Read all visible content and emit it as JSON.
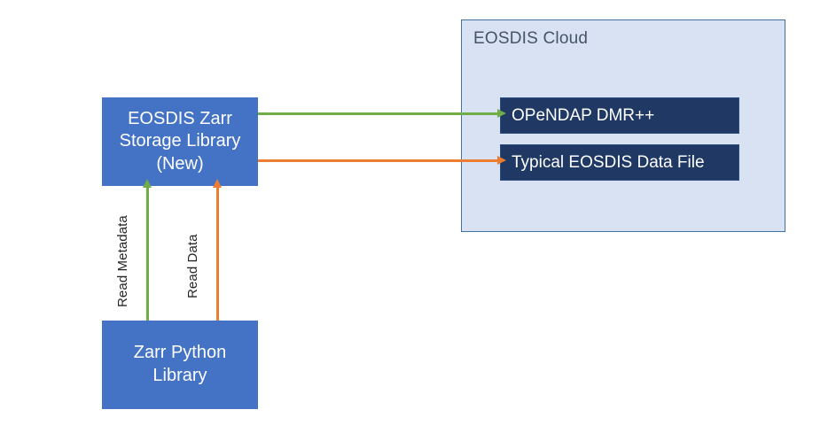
{
  "diagram": {
    "title_visible": false,
    "cloud": {
      "label": "EOSDIS Cloud",
      "background_color": "#D9E2F3",
      "border_color": "#41719C",
      "services": [
        {
          "label": "OPeNDAP DMR++",
          "color": "#1F3864"
        },
        {
          "label": "Typical EOSDIS Data File",
          "color": "#1F3864"
        }
      ]
    },
    "nodes": {
      "storage_library": {
        "lines": [
          "EOSDIS Zarr",
          "Storage Library",
          "(New)"
        ],
        "color": "#4472C4"
      },
      "zarr_python": {
        "lines": [
          "Zarr Python",
          "Library"
        ],
        "color": "#4472C4"
      }
    },
    "connections": [
      {
        "label": "Read Metadata",
        "color": "#70AD47",
        "from": "Zarr Python Library",
        "to": "EOSDIS Zarr Storage Library",
        "direction": "up"
      },
      {
        "label": "Read Data",
        "color": "#ED7D31",
        "from": "Zarr Python Library",
        "to": "EOSDIS Zarr Storage Library",
        "direction": "up"
      },
      {
        "label": "",
        "color": "#70AD47",
        "from": "EOSDIS Zarr Storage Library",
        "to": "OPeNDAP DMR++",
        "direction": "right"
      },
      {
        "label": "",
        "color": "#ED7D31",
        "from": "EOSDIS Zarr Storage Library",
        "to": "Typical EOSDIS Data File",
        "direction": "right"
      }
    ]
  }
}
